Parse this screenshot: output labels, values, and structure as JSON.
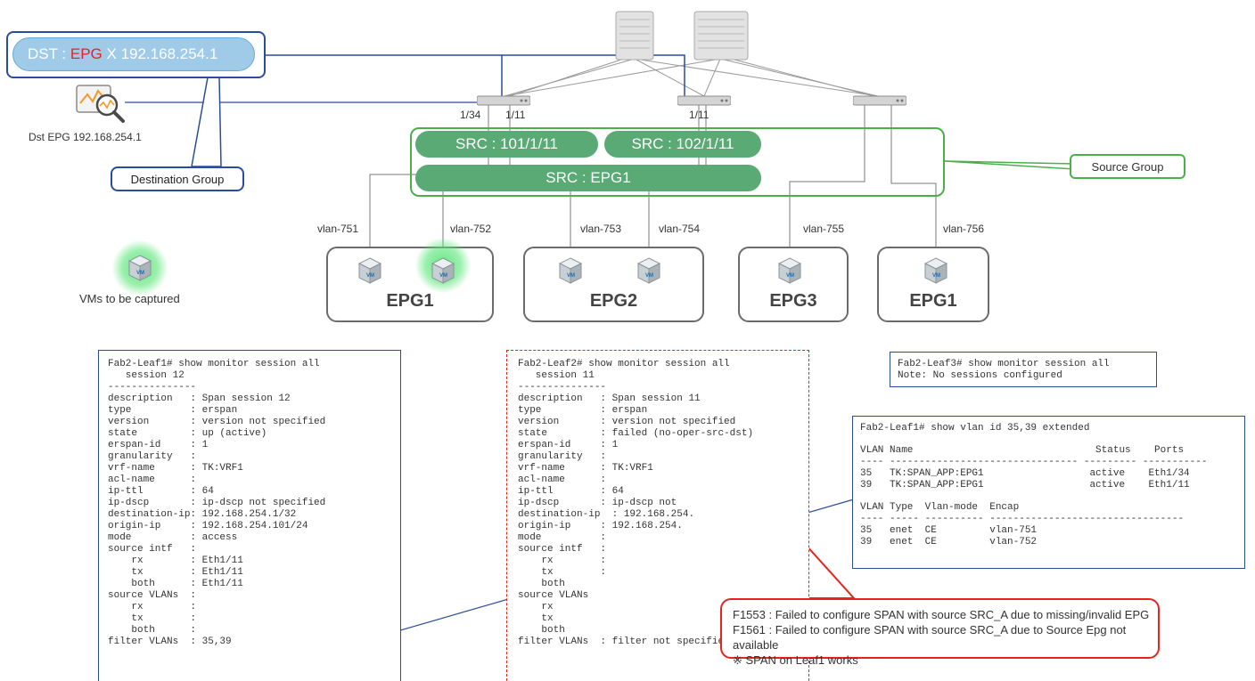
{
  "destination": {
    "prefix": "DST : ",
    "epg_word": "EPG",
    "suffix": " X 192.168.254.1",
    "analyzer_label": "Dst EPG 192.168.254.1",
    "group_callout": "Destination Group"
  },
  "ports": {
    "leaf1_a": "1/34",
    "leaf1_b": "1/11",
    "leaf2": "1/11"
  },
  "sources": {
    "src1": "SRC : 101/1/11",
    "src2": "SRC : 102/1/11",
    "src_epg": "SRC : EPG1",
    "group_callout": "Source Group"
  },
  "vlans": [
    "vlan-751",
    "vlan-752",
    "vlan-753",
    "vlan-754",
    "vlan-755",
    "vlan-756"
  ],
  "vm_icon_text": "VM",
  "epgs": [
    "EPG1",
    "EPG2",
    "EPG3",
    "EPG1"
  ],
  "legend": {
    "vm_captured": "VMs to be captured"
  },
  "leaf1_cli": {
    "prompt": "Fab2-Leaf1# show monitor session all",
    "session": "   session 12",
    "separator": "---------------",
    "rows": [
      [
        "description",
        "   : Span session 12",
        false
      ],
      [
        "type",
        "          : erspan",
        false
      ],
      [
        "version",
        "       : version not specified",
        false
      ],
      [
        "state",
        "         : up (active)",
        true
      ],
      [
        "erspan-id",
        "     : 1",
        false
      ],
      [
        "granularity",
        "   :",
        false
      ],
      [
        "vrf-name",
        "      : TK:VRF1",
        false
      ],
      [
        "acl-name",
        "      :",
        false
      ],
      [
        "ip-ttl",
        "        : 64",
        false
      ],
      [
        "ip-dscp",
        "       : ip-dscp not specified",
        false
      ],
      [
        "destination-ip",
        ": 192.168.254.1/32",
        true
      ],
      [
        "origin-ip",
        "     : 192.168.254.101/24",
        true
      ],
      [
        "mode",
        "          : access",
        false
      ],
      [
        "source intf",
        "   :",
        true
      ],
      [
        "    rx",
        "        : Eth1/11",
        true
      ],
      [
        "    tx",
        "        : Eth1/11",
        true
      ],
      [
        "    both",
        "      : Eth1/11",
        true
      ],
      [
        "source VLANs",
        "  :",
        false
      ],
      [
        "    rx",
        "        :",
        false
      ],
      [
        "    tx",
        "        :",
        false
      ],
      [
        "    both",
        "      :",
        false
      ],
      [
        "filter VLANs",
        "  : 35,39",
        true
      ]
    ]
  },
  "leaf2_cli": {
    "prompt": "Fab2-Leaf2# show monitor session all",
    "session": "   session 11",
    "separator": "---------------",
    "rows": [
      [
        "description",
        "   : Span session 11",
        false
      ],
      [
        "type",
        "          : erspan",
        false
      ],
      [
        "version",
        "       : version not specified",
        false
      ],
      [
        "state",
        "         : failed (no-oper-src-dst)",
        true
      ],
      [
        "erspan-id",
        "     : 1",
        false
      ],
      [
        "granularity",
        "   :",
        false
      ],
      [
        "vrf-name",
        "      : TK:VRF1",
        false
      ],
      [
        "acl-name",
        "      :",
        false
      ],
      [
        "ip-ttl",
        "        : 64",
        false
      ],
      [
        "ip-dscp",
        "       : ip-dscp not",
        false
      ],
      [
        "destination-ip",
        "  : 192.168.254.",
        false
      ],
      [
        "origin-ip",
        "     : 192.168.254.",
        false
      ],
      [
        "mode",
        "          :",
        false
      ],
      [
        "source intf",
        "   :",
        false
      ],
      [
        "    rx",
        "        :",
        false
      ],
      [
        "    tx",
        "        :",
        false
      ],
      [
        "    both",
        "",
        false
      ],
      [
        "source VLANs",
        "",
        false
      ],
      [
        "    rx",
        "",
        false
      ],
      [
        "    tx",
        "",
        false
      ],
      [
        "    both",
        "",
        false
      ],
      [
        "filter VLANs",
        "  : filter not specified",
        false
      ]
    ]
  },
  "leaf3_cli": {
    "prompt": "Fab2-Leaf3# show monitor session all",
    "note": "Note: No sessions configured"
  },
  "vlan_cli": {
    "prompt": "Fab2-Leaf1# show vlan id 35,39 extended",
    "header1": "VLAN Name                               Status    Ports",
    "sep1": "---- -------------------------------- --------- -----------",
    "rows1": [
      "35   TK:SPAN_APP:EPG1                  active    Eth1/34",
      "39   TK:SPAN_APP:EPG1                  active    Eth1/11"
    ],
    "header2": "VLAN Type  Vlan-mode  Encap",
    "sep2": "---- ----- ---------- ---------------------------------",
    "rows2": [
      "35   enet  CE         vlan-751",
      "39   enet  CE         vlan-752"
    ]
  },
  "faults": [
    "F1553 : Failed to configure SPAN with source SRC_A due to missing/invalid EPG",
    "F1561 : Failed to configure SPAN with source SRC_A due to Source Epg not available",
    "※  SPAN on Leaf1 works"
  ],
  "colors": {
    "red": "#e8231d",
    "blue": "#2a4d9b",
    "green": "#49b04a",
    "src_fill": "#5aaa76",
    "dst_fill": "#9fcbe9"
  }
}
